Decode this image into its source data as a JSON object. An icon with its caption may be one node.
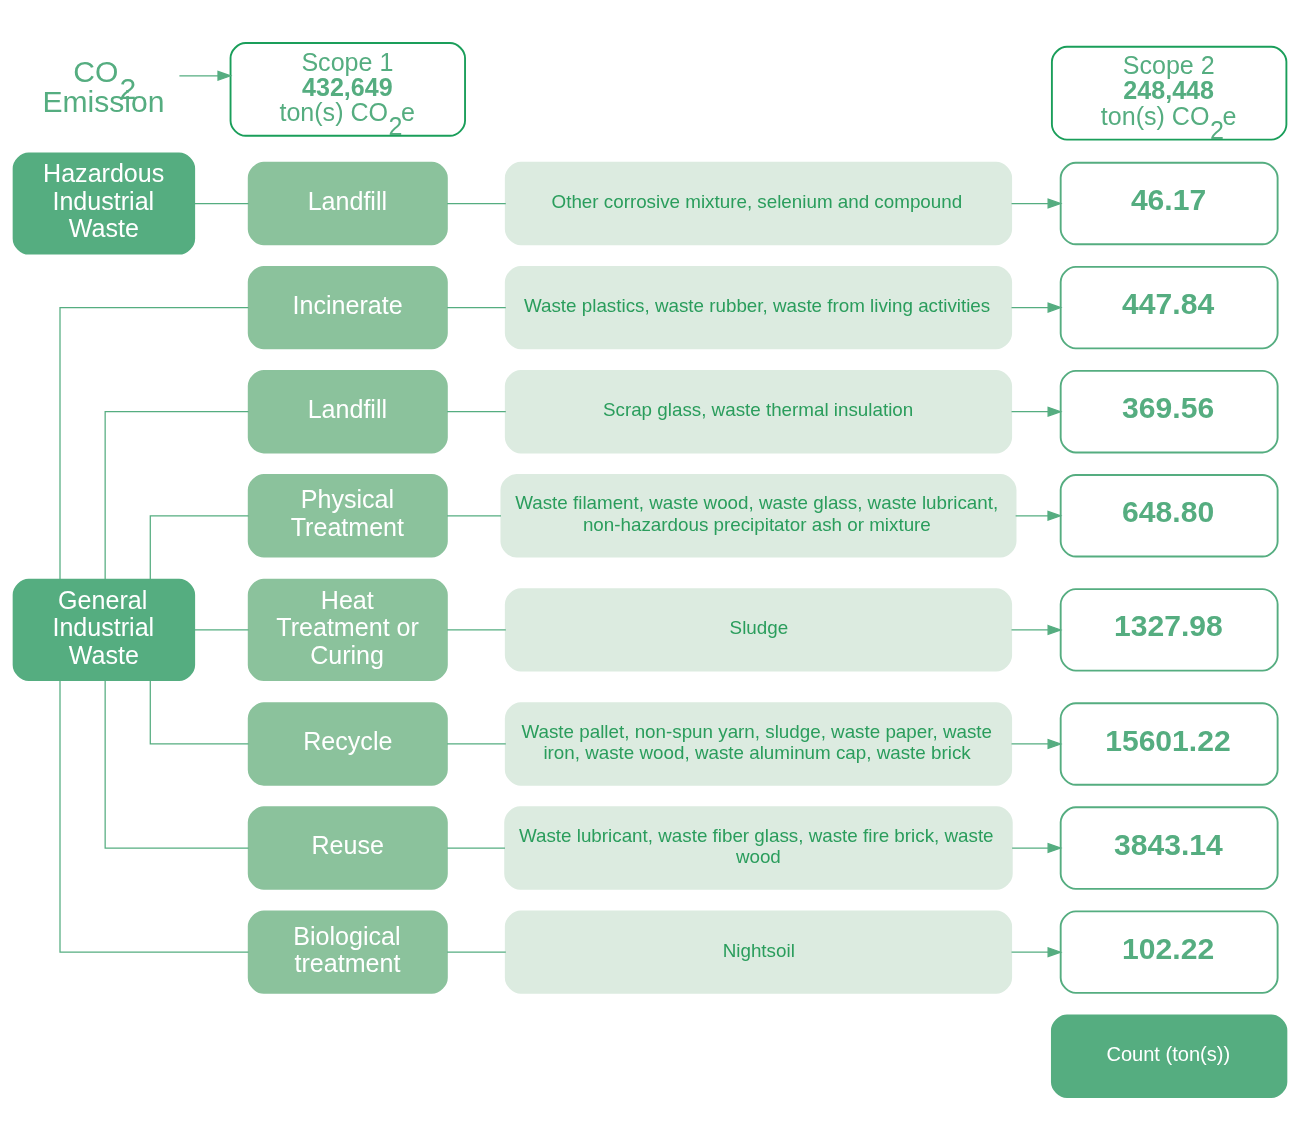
{
  "diagram": {
    "nodes": [
      {
        "text": [
          "Count (ton(s))"
        ]
      },
      {
        "text": [
          "General Industrial Waste"
        ]
      },
      {
        "text": [
          "Incinerate"
        ]
      },
      {
        "text": [
          "Waste plastics, waste rubber, waste from living activities"
        ]
      },
      {
        "text": [
          "447.84"
        ]
      },
      {
        "text": [
          "Landfill"
        ]
      },
      {
        "text": [
          "Scrap glass, waste thermal insulation"
        ]
      },
      {
        "text": [
          "369.56"
        ]
      },
      {
        "text": [
          "Physical Treatment"
        ]
      },
      {
        "text": [
          "Waste filament, waste wood, waste glass, waste lubricant, non-hazardous precipitator ash or mixture"
        ]
      },
      {
        "text": [
          "648.80"
        ]
      },
      {
        "text": [
          "Heat Treatment or Curing"
        ]
      },
      {
        "text": [
          "Sludge"
        ]
      },
      {
        "text": [
          "1327.98"
        ]
      },
      {
        "text": [
          "Recycle"
        ]
      },
      {
        "text": [
          "Waste pallet, non-spun yarn, sludge, waste paper, waste iron, waste wood, waste aluminum cap, waste brick"
        ]
      },
      {
        "text": [
          "15601.22"
        ]
      },
      {
        "text": [
          "Reuse"
        ]
      },
      {
        "text": [
          "Waste lubricant, waste fiber glass, waste fire brick, waste wood"
        ]
      },
      {
        "text": [
          "3843.14"
        ]
      },
      {
        "text": [
          "Biological treatment"
        ]
      },
      {
        "text": [
          "Nightsoil"
        ]
      },
      {
        "text": [
          "102.22"
        ]
      },
      {
        "text": [
          "Hazardous Industrial Waste"
        ]
      },
      {
        "text": [
          "Landfill"
        ]
      },
      {
        "text": [
          "Other corrosive mixture, selenium and compound"
        ]
      },
      {
        "text": [
          "46.17"
        ]
      },
      {
        "text": [
          "CO$_{2}$ Emission"
        ]
      },
      {
        "text": [
          "Scope 1",
          "432,649",
          "ton(s) CO$_{2}$e"
        ]
      },
      {
        "text": [
          "Scope 2",
          "248,448",
          "ton(s) CO$_{2}$e"
        ]
      }
    ],
    "edges": [
      {
        "from": 1,
        "to": 2,
        "arrow": "none"
      },
      {
        "from": 2,
        "to": 3,
        "arrow": "none"
      },
      {
        "from": 3,
        "to": 4,
        "arrow": "to"
      },
      {
        "from": 1,
        "to": 5,
        "arrow": "none"
      },
      {
        "from": 5,
        "to": 6,
        "arrow": "none"
      },
      {
        "from": 6,
        "to": 7,
        "arrow": "to"
      },
      {
        "from": 1,
        "to": 8,
        "arrow": "none"
      },
      {
        "from": 8,
        "to": 9,
        "arrow": "none"
      },
      {
        "from": 9,
        "to": 10,
        "arrow": "to"
      },
      {
        "from": 1,
        "to": 11,
        "arrow": "none"
      },
      {
        "from": 11,
        "to": 12,
        "arrow": "none"
      },
      {
        "from": 12,
        "to": 13,
        "arrow": "to"
      },
      {
        "from": 1,
        "to": 14,
        "arrow": "none"
      },
      {
        "from": 14,
        "to": 15,
        "arrow": "none"
      },
      {
        "from": 15,
        "to": 16,
        "arrow": "to"
      },
      {
        "from": 1,
        "to": 17,
        "arrow": "none"
      },
      {
        "from": 17,
        "to": 18,
        "arrow": "none"
      },
      {
        "from": 18,
        "to": 19,
        "arrow": "to"
      },
      {
        "from": 1,
        "to": 20,
        "arrow": "none"
      },
      {
        "from": 20,
        "to": 21,
        "arrow": "none"
      },
      {
        "from": 21,
        "to": 22,
        "arrow": "to"
      },
      {
        "from": 23,
        "to": 24,
        "arrow": "none"
      },
      {
        "from": 24,
        "to": 25,
        "arrow": "none"
      },
      {
        "from": 25,
        "to": 26,
        "arrow": "to"
      },
      {
        "from": 27,
        "to": 28,
        "arrow": "to"
      }
    ]
  }
}
